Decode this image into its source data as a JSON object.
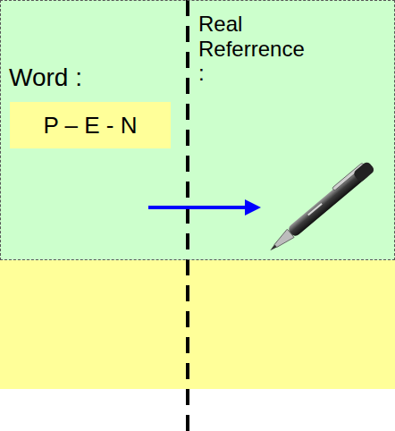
{
  "diagram": {
    "nodes": [
      {
        "text": [
          "Word :",
          "Real Referrence :"
        ]
      },
      {
        "text": [
          "P – E - N"
        ],
        "in": 0
      }
    ]
  }
}
